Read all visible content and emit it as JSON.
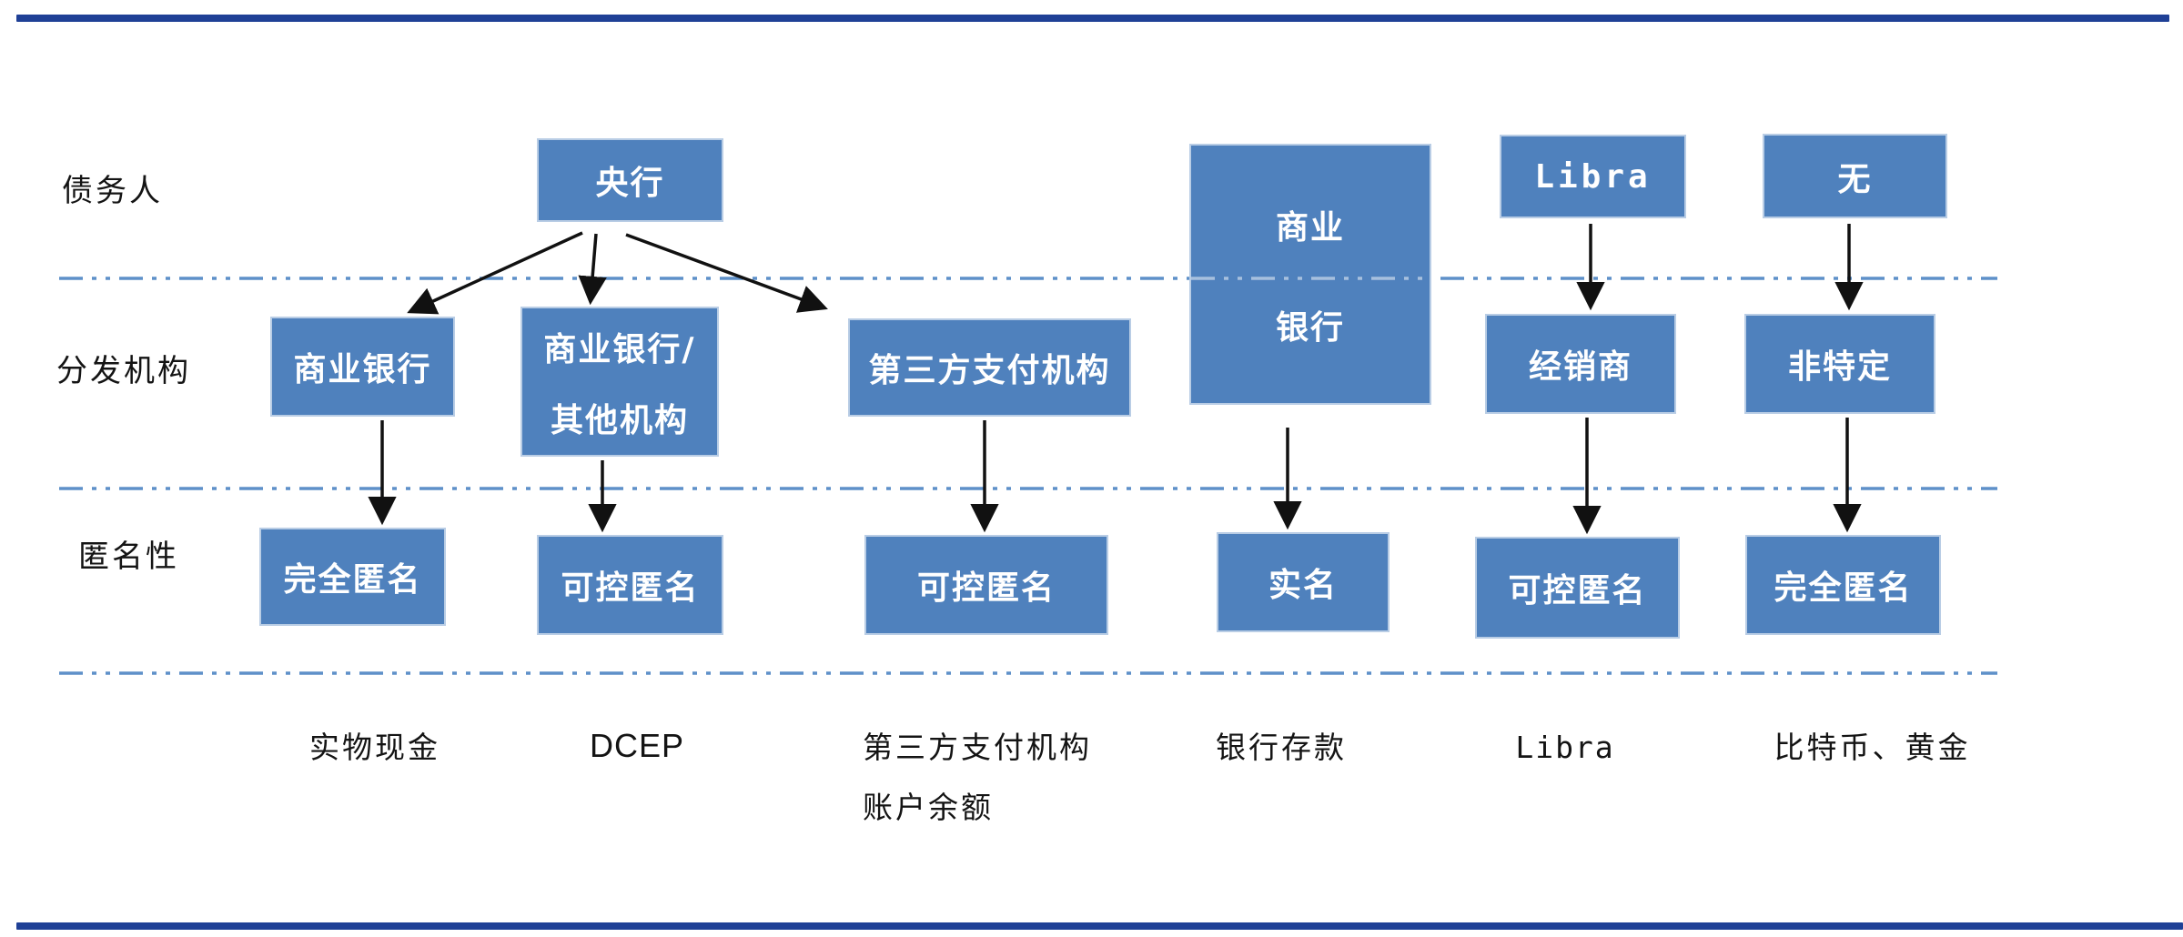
{
  "rows": [
    {
      "label": "债务人"
    },
    {
      "label": "分发机构"
    },
    {
      "label": "匿名性"
    }
  ],
  "boxes": {
    "central_bank": {
      "label": "央行"
    },
    "commercial_bank_tall": {
      "line1": "商业",
      "line2": "银行"
    },
    "libra_issuer": {
      "label": "Libra"
    },
    "none_issuer": {
      "label": "无"
    },
    "commercial_bank_dist": {
      "label": "商业银行"
    },
    "commercial_bank_other": {
      "line1": "商业银行/",
      "line2": "其他机构"
    },
    "third_party_payment": {
      "label": "第三方支付机构"
    },
    "dealer": {
      "label": "经销商"
    },
    "non_specific": {
      "label": "非特定"
    },
    "full_anonymous_cash": {
      "label": "完全匿名"
    },
    "controllable_anonymous_dcep": {
      "label": "可控匿名"
    },
    "controllable_anonymous_tpp": {
      "label": "可控匿名"
    },
    "real_name": {
      "label": "实名"
    },
    "controllable_anonymous_libra": {
      "label": "可控匿名"
    },
    "full_anonymous_btc": {
      "label": "完全匿名"
    }
  },
  "bottom_labels": {
    "cash": "实物现金",
    "dcep": "DCEP",
    "tpp_line1": "第三方支付机构",
    "tpp_line2": "账户余额",
    "bank_deposit": "银行存款",
    "libra": "Libra",
    "btc_gold": "比特币、黄金"
  },
  "colors": {
    "box_fill": "#4f81bd",
    "box_border": "#b9cde5",
    "divider_dash": "#5e90c9",
    "rule_navy": "#1f4096",
    "arrow": "#111111",
    "box_text": "#ffffff",
    "label_text": "#141414"
  }
}
